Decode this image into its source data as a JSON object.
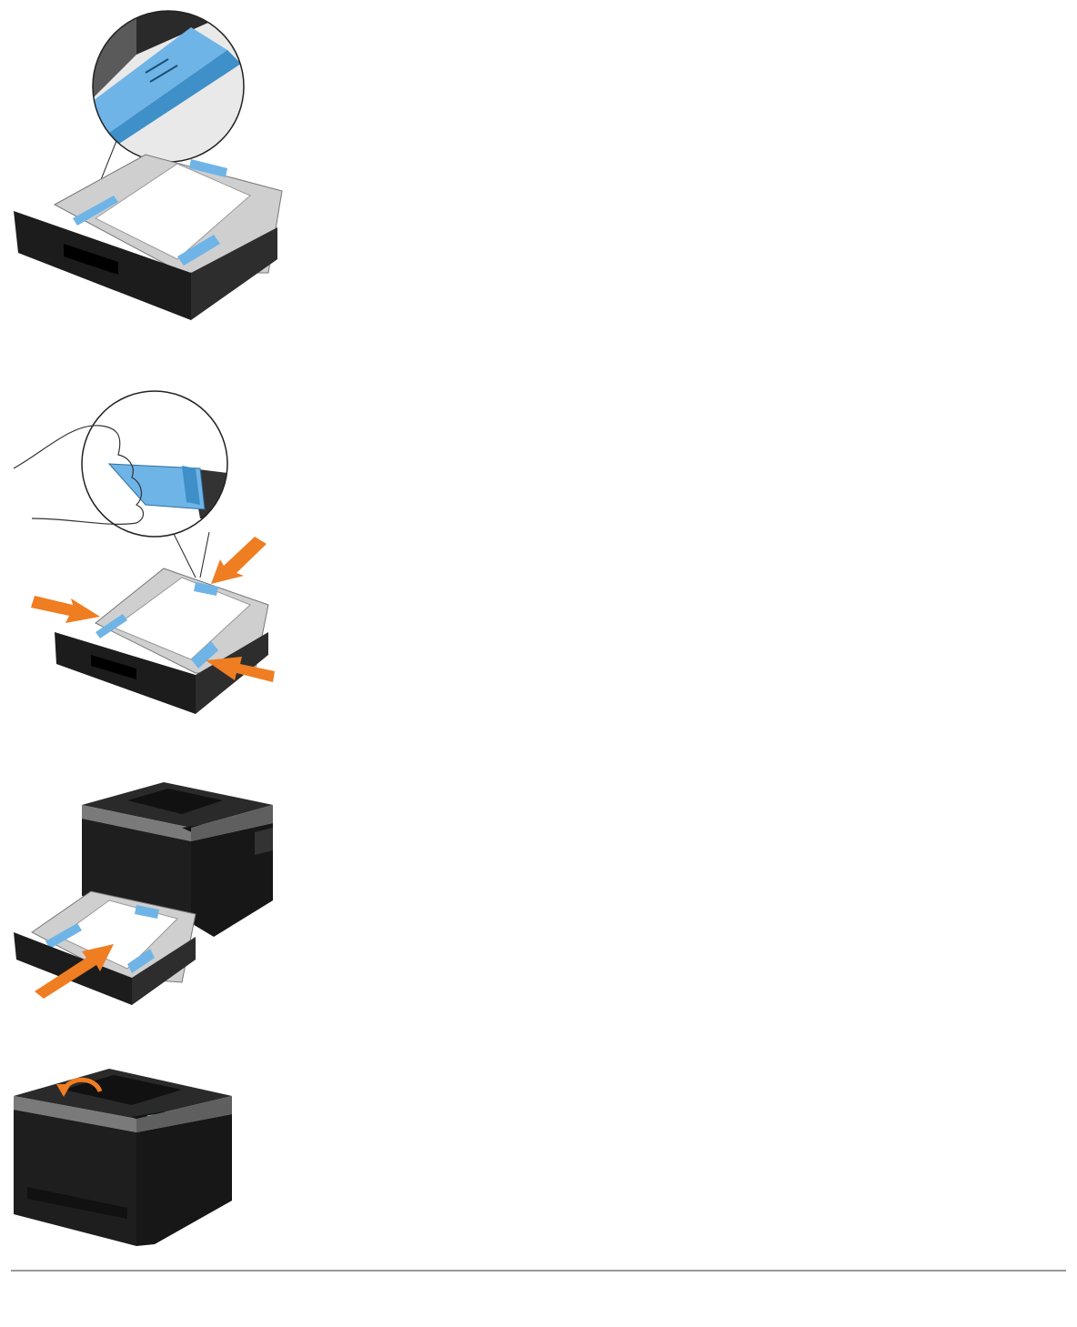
{
  "figures": [
    {
      "id": "fig1",
      "name": "paper-tray-guide-closeup-illustration"
    },
    {
      "id": "fig2",
      "name": "adjust-paper-guides-illustration"
    },
    {
      "id": "fig3",
      "name": "insert-tray-into-printer-illustration"
    },
    {
      "id": "fig4",
      "name": "extend-output-tray-support-illustration"
    }
  ],
  "colors": {
    "tray_black": "#1c1c1c",
    "tray_inner": "#cfcfcf",
    "paper": "#ffffff",
    "guide_blue": "#6fb4e6",
    "arrow_orange": "#ef7d22",
    "printer_body": "#1e1e1e",
    "printer_band": "#7a7a7a",
    "rule": "#9a9a9a"
  }
}
